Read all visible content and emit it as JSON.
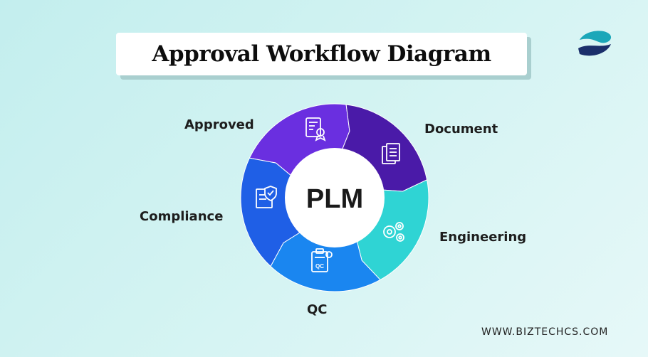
{
  "title": "Approval Workflow Diagram",
  "center_label": "PLM",
  "stages": [
    {
      "name": "Approved",
      "color": "#6a2fe0",
      "icon": "certificate-stamp-icon"
    },
    {
      "name": "Document",
      "color": "#4a1aa8",
      "icon": "documents-icon"
    },
    {
      "name": "Engineering",
      "color": "#2fd4d4",
      "icon": "gears-icon"
    },
    {
      "name": "QC",
      "color": "#1a86f0",
      "icon": "qc-clipboard-icon"
    },
    {
      "name": "Compliance",
      "color": "#1f5fe6",
      "icon": "compliance-shield-icon"
    }
  ],
  "website": "WWW.BIZTECHCS.COM",
  "colors": {
    "background": "#c9f0f0",
    "title_shadow": "#a9cfcf",
    "logo_teal": "#1ba7b9",
    "logo_navy": "#1b2f6b"
  }
}
